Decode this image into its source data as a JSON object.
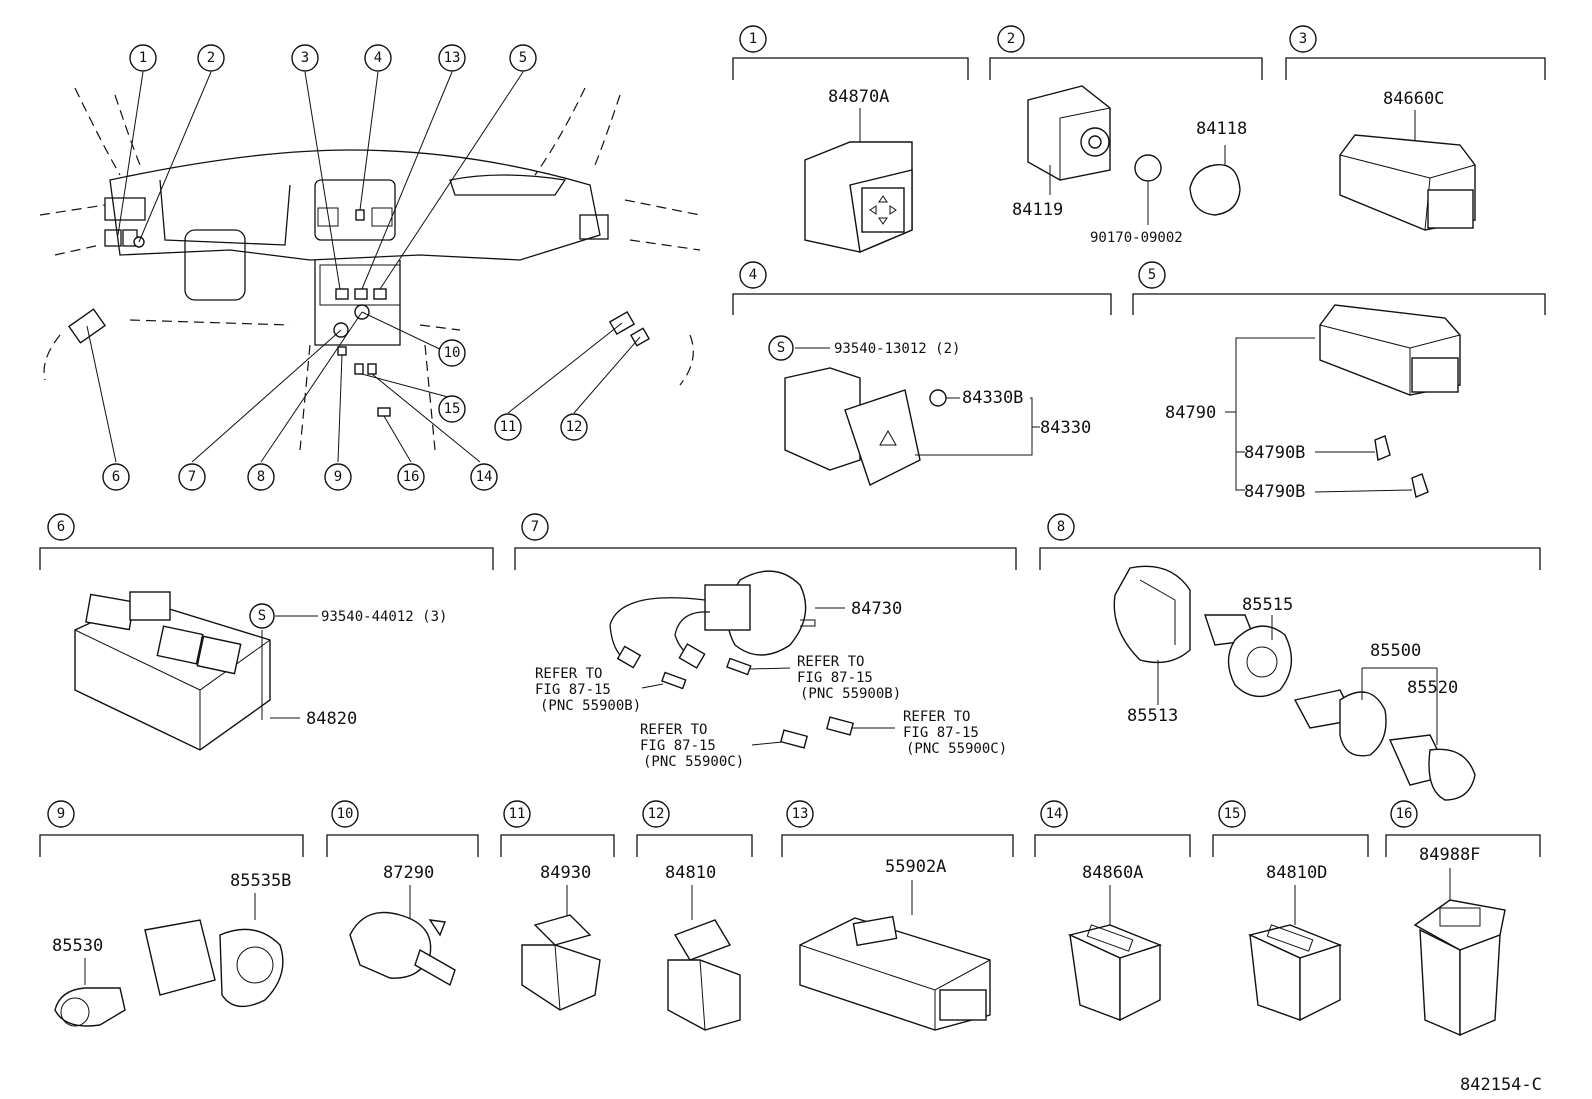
{
  "diagram_number": "842154-C",
  "overview_callouts": [
    "1",
    "2",
    "3",
    "4",
    "13",
    "5",
    "6",
    "7",
    "8",
    "9",
    "16",
    "14",
    "15",
    "10",
    "11",
    "12"
  ],
  "sections": [
    {
      "index": "1",
      "parts": [
        "84870A"
      ]
    },
    {
      "index": "2",
      "parts": [
        "84119",
        "84118",
        "90170-09002"
      ]
    },
    {
      "index": "3",
      "parts": [
        "84660C"
      ]
    },
    {
      "index": "4",
      "parts": [
        "93540-13012 (2)",
        "84330B",
        "84330"
      ]
    },
    {
      "index": "5",
      "parts": [
        "84790",
        "84790B",
        "84790B"
      ]
    },
    {
      "index": "6",
      "parts": [
        "93540-44012 (3)",
        "84820"
      ]
    },
    {
      "index": "7",
      "parts": [
        "84730"
      ],
      "refs": [
        {
          "line1": "REFER TO",
          "line2": "FIG 87-15",
          "line3": "(PNC 55900B)"
        },
        {
          "line1": "REFER TO",
          "line2": "FIG 87-15",
          "line3": "(PNC 55900B)"
        },
        {
          "line1": "REFER TO",
          "line2": "FIG 87-15",
          "line3": "(PNC 55900C)"
        },
        {
          "line1": "REFER TO",
          "line2": "FIG 87-15",
          "line3": "(PNC 55900C)"
        }
      ]
    },
    {
      "index": "8",
      "parts": [
        "85515",
        "85513",
        "85500",
        "85520"
      ]
    },
    {
      "index": "9",
      "parts": [
        "85535B",
        "85530"
      ]
    },
    {
      "index": "10",
      "parts": [
        "87290"
      ]
    },
    {
      "index": "11",
      "parts": [
        "84930"
      ]
    },
    {
      "index": "12",
      "parts": [
        "84810"
      ]
    },
    {
      "index": "13",
      "parts": [
        "55902A"
      ]
    },
    {
      "index": "14",
      "parts": [
        "84860A"
      ]
    },
    {
      "index": "15",
      "parts": [
        "84810D"
      ]
    },
    {
      "index": "16",
      "parts": [
        "84988F"
      ]
    }
  ],
  "screw_marker": "S"
}
